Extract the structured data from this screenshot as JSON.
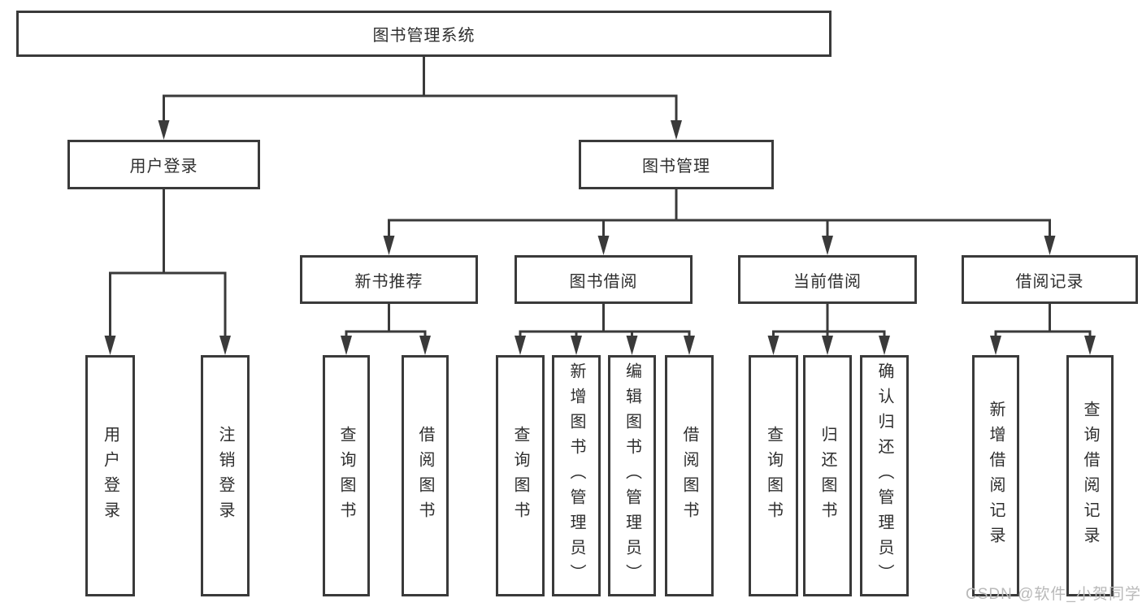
{
  "diagram_type": "hierarchy-tree",
  "tree": {
    "root": {
      "label": "图书管理系统",
      "children": [
        {
          "label": "用户登录",
          "children": [
            {
              "label": "用户登录"
            },
            {
              "label": "注销登录"
            }
          ]
        },
        {
          "label": "图书管理",
          "children": [
            {
              "label": "新书推荐",
              "children": [
                {
                  "label": "查询图书"
                },
                {
                  "label": "借阅图书"
                }
              ]
            },
            {
              "label": "图书借阅",
              "children": [
                {
                  "label": "查询图书"
                },
                {
                  "label": "新增图书（管理员）"
                },
                {
                  "label": "编辑图书（管理员）"
                },
                {
                  "label": "借阅图书"
                }
              ]
            },
            {
              "label": "当前借阅",
              "children": [
                {
                  "label": "查询图书"
                },
                {
                  "label": "归还图书"
                },
                {
                  "label": "确认归还（管理员）"
                }
              ]
            },
            {
              "label": "借阅记录",
              "children": [
                {
                  "label": "新增借阅记录"
                },
                {
                  "label": "查询借阅记录"
                }
              ]
            }
          ]
        }
      ]
    }
  },
  "watermark": "CSDN @软件_小贺同学",
  "colors": {
    "line": "#3a3a3a",
    "text": "#2e2e2e",
    "watermark": "#b9b9b9",
    "background": "#ffffff"
  }
}
